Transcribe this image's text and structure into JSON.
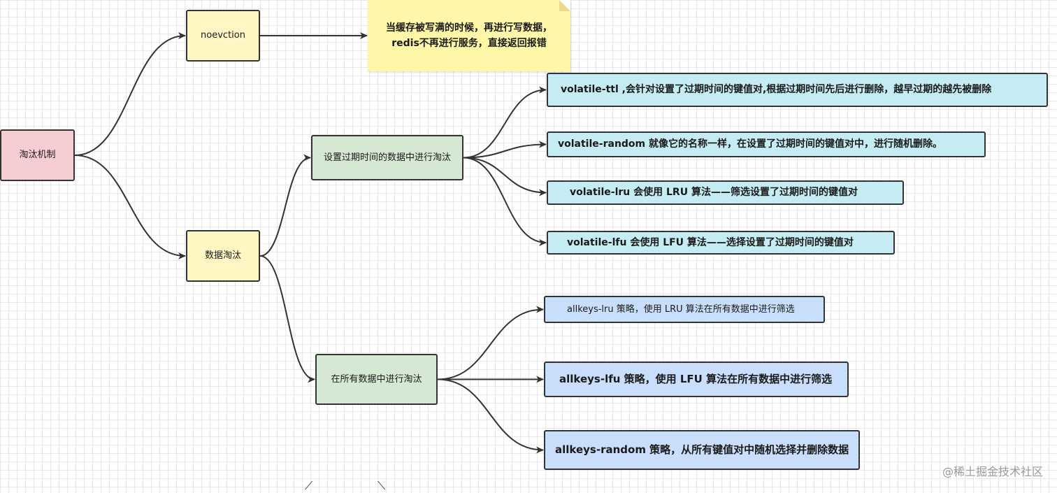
{
  "nodes": {
    "root": "淘汰机制",
    "noeviction": "noevction",
    "note": "当缓存被写满的时候，再进行写数据，\nredis不再进行服务，直接返回报错",
    "data_eviction": "数据淘汰",
    "expire_branch": "设置过期时间的数据中进行淘汰",
    "all_branch": "在所有数据中进行淘汰",
    "volatile_ttl": "volatile-ttl ,会针对设置了过期时间的键值对,根据过期时间先后进行删除，越早过期的越先被删除",
    "volatile_random": "volatile-random 就像它的名称一样，在设置了过期时间的键值对中，进行随机删除。",
    "volatile_lru": "volatile-lru 会使用 LRU 算法——筛选设置了过期时间的键值对",
    "volatile_lfu": "volatile-lfu 会使用 LFU 算法——选择设置了过期时间的键值对",
    "allkeys_lru": "allkeys-lru 策略，使用 LRU 算法在所有数据中进行筛选",
    "allkeys_lfu": "allkeys-lfu 策略，使用 LFU 算法在所有数据中进行筛选",
    "allkeys_random": "allkeys-random 策略，从所有键值对中随机选择并删除数据"
  },
  "watermark": "@稀土掘金技术社区",
  "colors": {
    "root": "#f7cdd4",
    "yellow": "#fff6c3",
    "note": "#fff7a8",
    "green": "#d5e8d4",
    "cyan": "#c5ecf2",
    "blue": "#c9defa",
    "edge": "#333333"
  }
}
